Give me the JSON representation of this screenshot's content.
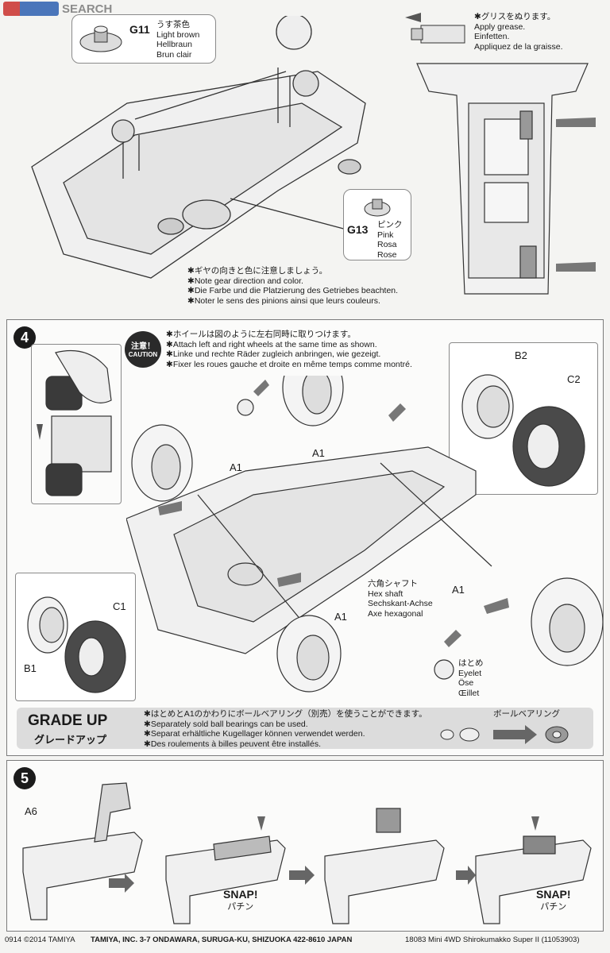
{
  "watermark": {
    "site": "SEARCH"
  },
  "step3": {
    "gear_g11": {
      "code": "G11",
      "names": [
        "うす茶色",
        "Light brown",
        "Hellbraun",
        "Brun clair"
      ]
    },
    "gear_g13": {
      "code": "G13",
      "names": [
        "ピンク",
        "Pink",
        "Rosa",
        "Rose"
      ]
    },
    "grease": [
      "グリスをぬります。",
      "Apply grease.",
      "Einfetten.",
      "Appliquez de la graisse."
    ],
    "note": [
      "ギヤの向きと色に注意しましょう。",
      "Note gear direction and color.",
      "Die Farbe und die Platzierung des Getriebes beachten.",
      "Noter le sens des pinions ainsi que leurs couleurs."
    ]
  },
  "step4": {
    "number": "4",
    "caution_badge": {
      "jp": "注意！",
      "en": "CAUTION"
    },
    "caution": [
      "ホイールは図のように左右同時に取りつけます。",
      "Attach left and right wheels at the same time as shown.",
      "Linke und rechte Räder zugleich anbringen, wie gezeigt.",
      "Fixer les roues gauche et droite en même temps comme montré."
    ],
    "labels": {
      "b2": "B2",
      "c2": "C2",
      "a1": "A1",
      "b1": "B1",
      "c1": "C1"
    },
    "hex_shaft": [
      "六角シャフト",
      "Hex shaft",
      "Sechskant-Achse",
      "Axe hexagonal"
    ],
    "eyelet": [
      "はとめ",
      "Eyelet",
      "Öse",
      "Œillet"
    ],
    "grade_up": {
      "title": "GRADE UP",
      "title_jp": "グレードアップ",
      "lines": [
        "はとめとA1のかわりにボールベアリング（別売）を使うことができます。",
        "Separately sold ball bearings can be used.",
        "Separat erhältliche Kugellager können verwendet werden.",
        "Des roulements à billes peuvent être installés."
      ],
      "ball_bearing": "ボールベアリング"
    }
  },
  "step5": {
    "number": "5",
    "part": "A6",
    "snap": "SNAP!",
    "snap_jp": "パチン"
  },
  "footer": {
    "code": "0914",
    "copyright": "©2014 TAMIYA",
    "address": "TAMIYA, INC. 3-7 ONDAWARA, SURUGA-KU, SHIZUOKA 422-8610 JAPAN",
    "product": "18083 Mini 4WD Shirokumakko Super II (11053903)"
  }
}
